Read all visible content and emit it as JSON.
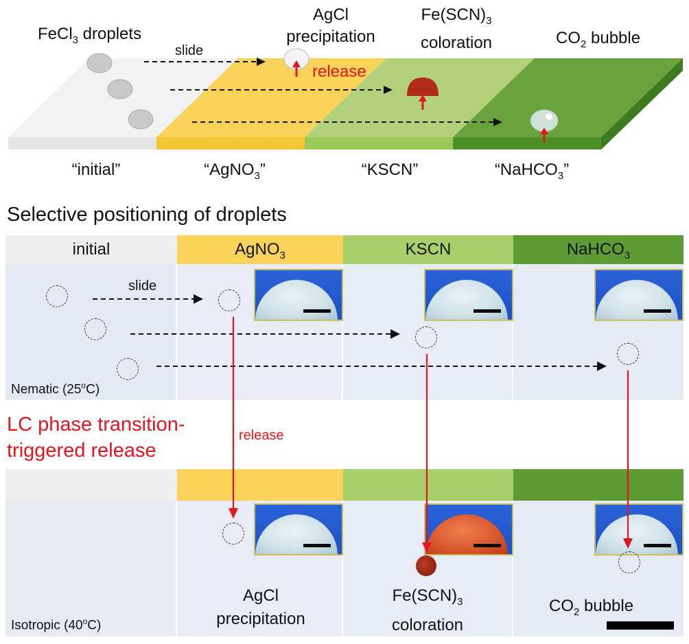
{
  "top": {
    "droplets_label": "FeCl",
    "droplets_sub": "3",
    "droplets_tail": " droplets",
    "slide": "slide",
    "release": "release",
    "agcl_line1": "AgCl",
    "agcl_line2": "precipitation",
    "fescn_line1_a": "Fe(SCN)",
    "fescn_line1_sub": "3",
    "fescn_line2": "coloration",
    "co2_a": "CO",
    "co2_sub": "2",
    "co2_tail": " bubble",
    "zone_initial": "“initial”",
    "zone_agno3_a": "“AgNO",
    "zone_agno3_sub": "3",
    "zone_agno3_tail": "”",
    "zone_kscn": "“KSCN”",
    "zone_nahco3_a": "“NaHCO",
    "zone_nahco3_sub": "3",
    "zone_nahco3_tail": "”"
  },
  "section_title": "Selective positioning of droplets",
  "headers": {
    "initial": "initial",
    "agno3_a": "AgNO",
    "agno3_sub": "3",
    "kscn": "KSCN",
    "nahco3_a": "NaHCO",
    "nahco3_sub": "3"
  },
  "nematic": {
    "label_a": "Nematic (25",
    "label_sup": "o",
    "label_tail": "C)",
    "slide": "slide"
  },
  "transition": {
    "line1": "LC phase transition-",
    "line2": "triggered release",
    "release": "release"
  },
  "isotropic": {
    "label_a": "Isotropic (40",
    "label_sup": "o",
    "label_tail": "C)",
    "agcl_line1": "AgCl",
    "agcl_line2": "precipitation",
    "fescn_a": "Fe(SCN)",
    "fescn_sub": "3",
    "fescn_line2": "coloration",
    "co2_a": "CO",
    "co2_sub": "2",
    "co2_tail": " bubble"
  },
  "colors": {
    "initial": "#eeeeee",
    "agno3": "#f9d25a",
    "kscn": "#a9cf6c",
    "nahco3": "#5f9b35",
    "red": "#e8141c"
  }
}
